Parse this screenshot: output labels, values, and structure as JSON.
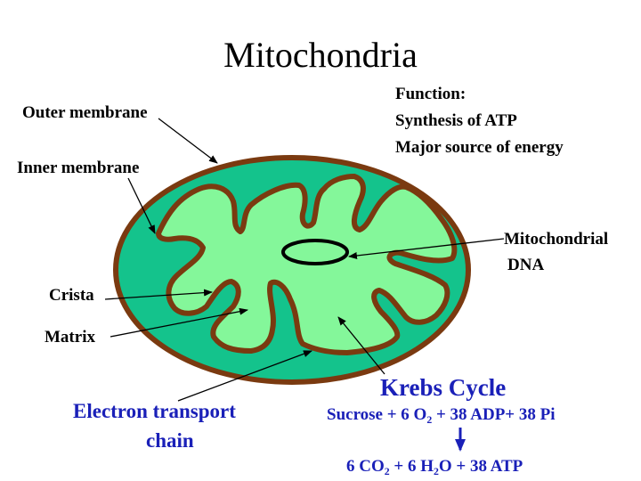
{
  "title": "Mitochondria",
  "function_box": {
    "heading": "Function:",
    "line1": "Synthesis of ATP",
    "line2": "Major source of energy"
  },
  "labels": {
    "outer_membrane": "Outer membrane",
    "inner_membrane": "Inner membrane",
    "crista": "Crista",
    "matrix": "Matrix",
    "mito_dna_line1": "Mitochondrial",
    "mito_dna_line2": "DNA",
    "etc_line1": "Electron transport",
    "etc_line2": "chain"
  },
  "krebs": {
    "title": "Krebs Cycle",
    "reactant_sucrose": "Sucrose + 6 O",
    "reactant_o2_sub": "2",
    "reactant_rest": " + 38 ADP+ 38 Pi",
    "product_co2": "6 CO",
    "product_co2_sub": "2",
    "product_mid": " + 6 H",
    "product_h2o_sub": "2",
    "product_rest": "O +  38 ATP"
  },
  "colors": {
    "outer_fill": "#14c38c",
    "membrane": "#7a3a10",
    "matrix_fill": "#84f79a",
    "blue_text": "#1a20b8",
    "dna_ring": "#000000"
  }
}
